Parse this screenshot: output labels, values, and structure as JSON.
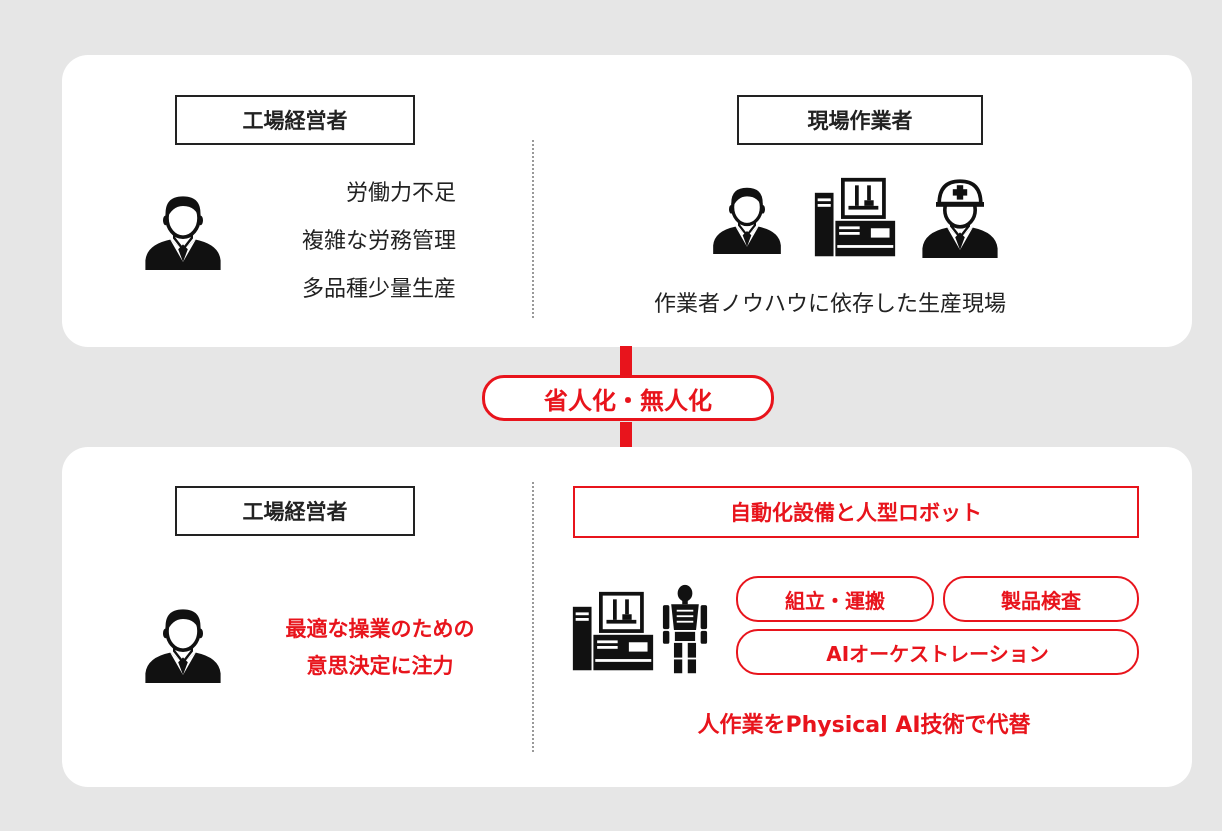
{
  "top": {
    "left": {
      "label": "工場経営者",
      "issues": [
        "労働力不足",
        "複雑な労務管理",
        "多品種少量生産"
      ]
    },
    "right": {
      "label": "現場作業者",
      "caption": "作業者ノウハウに依存した生産現場"
    }
  },
  "transition": {
    "label": "省人化・無人化"
  },
  "bottom": {
    "left": {
      "label": "工場経営者",
      "focus_line1": "最適な操業のための",
      "focus_line2": "意思決定に注力"
    },
    "right": {
      "heading": "自動化設備と人型ロボット",
      "tasks": [
        "組立・運搬",
        "製品検査",
        "AIオーケストレーション"
      ],
      "caption": "人作業をPhysical AI技術で代替"
    }
  },
  "icons": [
    "manager-icon",
    "worker-icon",
    "machine-icon",
    "helmet-worker-icon",
    "humanoid-robot-icon",
    "arrow-down-icon"
  ],
  "colors": {
    "accent": "#e8141c",
    "background": "#e6e6e6",
    "panel": "#ffffff",
    "text": "#222222"
  }
}
